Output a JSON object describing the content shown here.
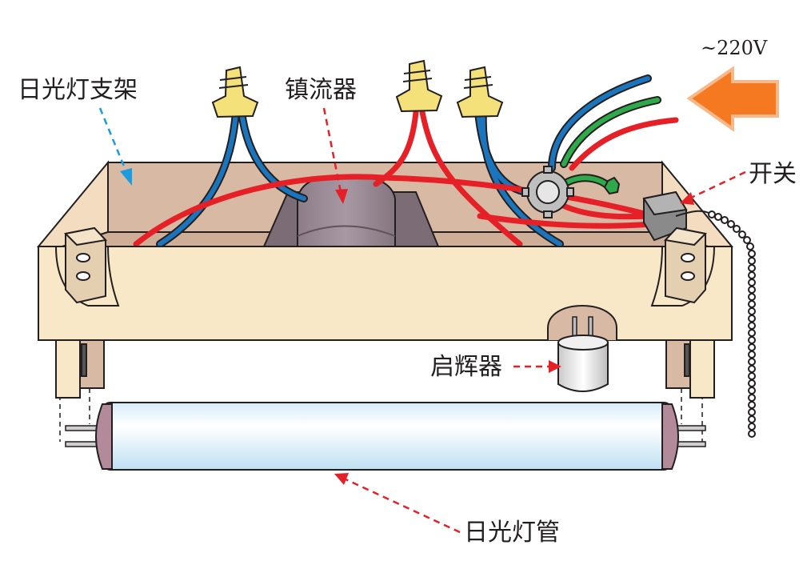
{
  "labels": {
    "voltage": "~220V",
    "fixture": "日光灯支架",
    "ballast": "镇流器",
    "switch": "开关",
    "starter": "启辉器",
    "tube": "日光灯管"
  },
  "colors": {
    "frame": "#f8e8c8",
    "frame_inner": "#d8b9a4",
    "outline": "#231f20",
    "wire_red": "#e52027",
    "wire_blue": "#1b75bc",
    "wire_green": "#2eaa4a",
    "connector_yellow": "#f4e17a",
    "arrow_orange": "#f47920",
    "ballast": "#9b8b95",
    "tube": "#e6f4fb",
    "callout_red": "#e52027",
    "callout_blue": "#1b9be0"
  }
}
